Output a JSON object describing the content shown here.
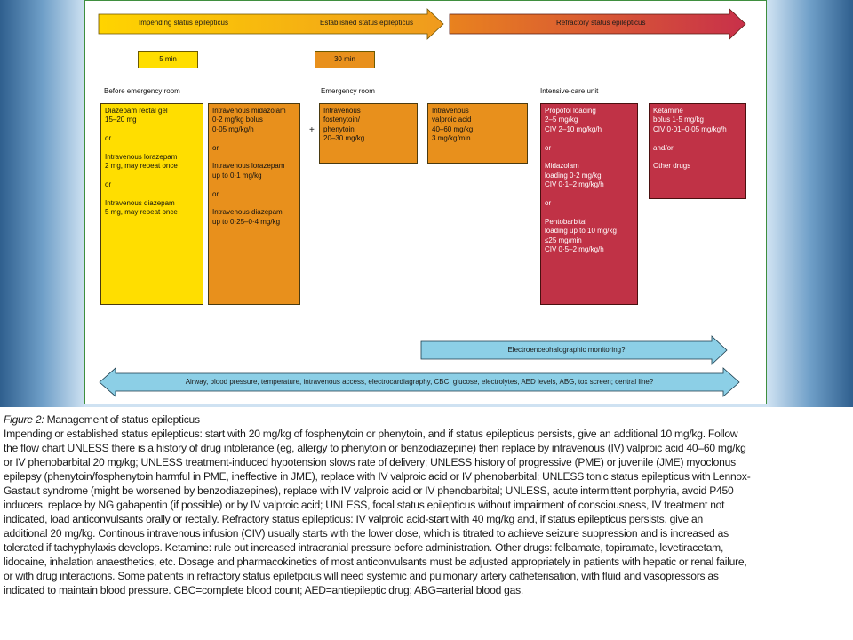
{
  "figure": {
    "phase_arrows": {
      "impending": "Impending status epilepticus",
      "established": "Established status epilepticus",
      "refractory": "Refractory status epilepticus"
    },
    "time_markers": [
      "5 min",
      "30 min"
    ],
    "settings": {
      "before_er": "Before emergency room",
      "er": "Emergency room",
      "icu": "Intensive-care unit"
    },
    "plus_sign": "+",
    "boxes": {
      "yellow": [
        "Diazepam rectal gel",
        "15–20 mg",
        "",
        "or",
        "",
        "Intravenous lorazepam",
        "2 mg, may repeat once",
        "",
        "or",
        "",
        "Intravenous diazepam",
        "5 mg, may repeat once"
      ],
      "orange1": [
        "Intravenous midazolam",
        "0·2 mg/kg bolus",
        "0·05 mg/kg/h",
        "",
        "or",
        "",
        "Intravenous lorazepam",
        "up to 0·1 mg/kg",
        "",
        "or",
        "",
        "Intravenous diazepam",
        "up to 0·25–0·4 mg/kg"
      ],
      "orange2": [
        "Intravenous",
        "fostenytoin/",
        "phenytoin",
        "20–30 mg/kg"
      ],
      "orange3": [
        "Intravenous",
        "valproic acid",
        "40–60 mg/kg",
        "3 mg/kg/min"
      ],
      "red1": [
        "Propofol loading",
        "2–5 mg/kg",
        "CIV 2–10 mg/kg/h",
        "",
        "or",
        "",
        "Midazolam",
        "loading 0·2 mg/kg",
        "CIV 0·1–2 mg/kg/h",
        "",
        "or",
        "",
        "Pentobarbital",
        "loading up to 10 mg/kg",
        "≤25 mg/min",
        "CIV 0·5–2 mg/kg/h"
      ],
      "red2": [
        "Ketamine",
        "bolus 1·5 mg/kg",
        "CIV 0·01–0·05 mg/kg/h",
        "",
        "and/or",
        "",
        "Other drugs"
      ]
    },
    "eeg_arrow": "Electroencephalographic monitoring?",
    "support_arrow": "Airway, blood pressure, temperature, intravenous access, electrocardiagraphy, CBC, glucose, electrolytes, AED levels, ABG, tox screen; central line?"
  },
  "caption": {
    "label": "Figure 2:",
    "title": " Management of status epilepticus",
    "lines": [
      "Impending or established status epilepticus: start with 20 mg/kg of fosphenytoin or phenytoin, and if status epilepticus persists, give an additional 10 mg/kg. Follow",
      "the flow chart UNLESS there is a history of drug intolerance (eg, allergy to phenytoin or benzodiazepine) then replace by intravenous (IV) valproic acid 40–60 mg/kg",
      "or IV phenobarbital 20 mg/kg; UNLESS treatment-induced hypotension slows rate of delivery; UNLESS history of progressive (PME) or juvenile (JME) myoclonus",
      "epilepsy (phenytoin/fosphenytoin harmful in PME, ineffective in JME), replace with IV valproic acid or IV phenobarbital; UNLESS tonic status epilepticus with Lennox-",
      "Gastaut syndrome (might be worsened by benzodiazepines), replace with IV valproic acid or IV phenobarbital; UNLESS, acute intermittent porphyria, avoid P450",
      "inducers, replace by NG gabapentin (if possible) or by IV valproic acid; UNLESS, focal status epilepticus without impairment of consciousness, IV treatment not",
      "indicated, load anticonvulsants orally or rectally. Refractory status epilepticus: IV valproic acid-start with 40 mg/kg and, if status epilepticus persists, give an",
      "additional 20 mg/kg. Continous intravenous infusion (CIV) usually starts with the lower dose, which is titrated to achieve seizure suppression and is increased as",
      "tolerated if tachyphylaxis develops. Ketamine: rule out increased intracranial pressure before administration. Other drugs: felbamate, topiramate, levetiracetam,",
      "lidocaine, inhalation anaesthetics, etc. Dosage and pharmacokinetics of most anticonvulsants must be adjusted appropriately in patients with hepatic or renal failure,",
      "or with drug interactions. Some patients in refractory status epiletpcius will need systemic and pulmonary artery catheterisation, with fluid and vasopressors as",
      "indicated to maintain blood pressure. CBC=complete blood count; AED=antiepileptic drug; ABG=arterial blood gas."
    ]
  },
  "colors": {
    "yellow": "#ffde00",
    "orange": "#e8901c",
    "red": "#c03246",
    "blue_arrow": "#8ccfe6",
    "frame_green": "#3f8f3f"
  }
}
